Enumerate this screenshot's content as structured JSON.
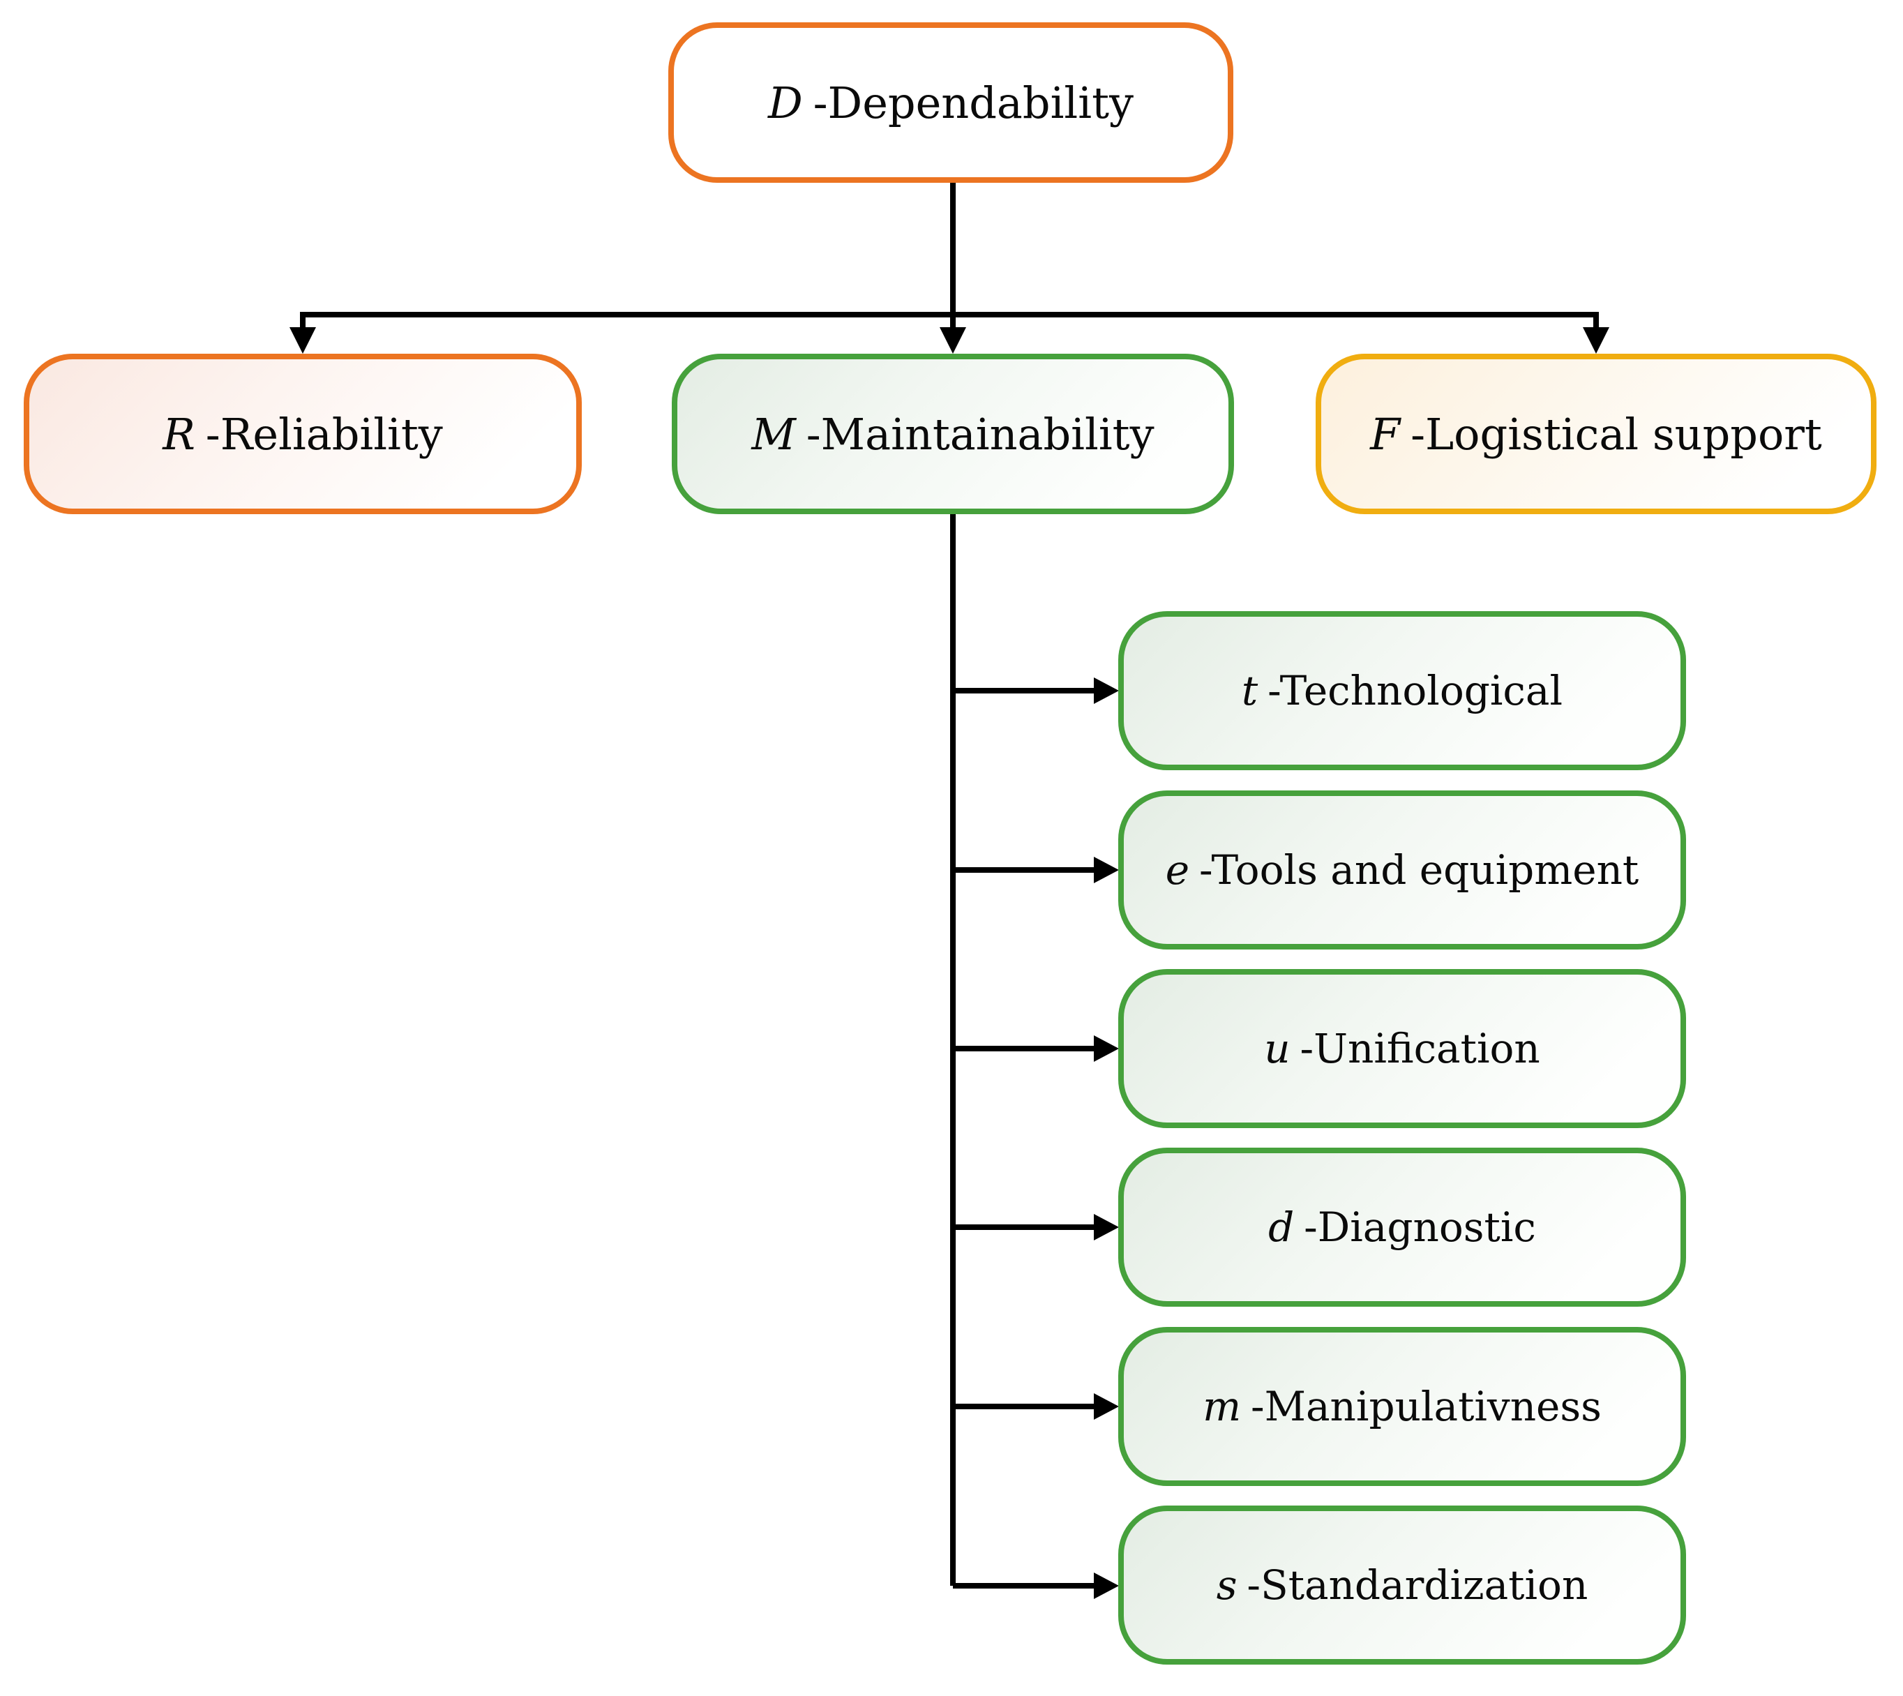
{
  "figure": {
    "type": "hierarchy-diagram",
    "root": {
      "letter": "D",
      "label": "-Dependability"
    },
    "level2": [
      {
        "letter": "R",
        "label": "-Reliability"
      },
      {
        "letter": "M",
        "label": "-Maintainability"
      },
      {
        "letter": "F",
        "label": "-Logistical support"
      }
    ],
    "maintainability_children": [
      {
        "letter": "t",
        "label": "-Technological"
      },
      {
        "letter": "e",
        "label": "-Tools and equipment"
      },
      {
        "letter": "u",
        "label": "-Unification"
      },
      {
        "letter": "d",
        "label": "-Diagnostic"
      },
      {
        "letter": "m",
        "label": "-Manipulativness"
      },
      {
        "letter": "s",
        "label": "-Standardization"
      }
    ],
    "colors": {
      "orange_border": "#EC7421",
      "green_border": "#46A13C",
      "yellow_border": "#F0AD10",
      "connector": "#000000"
    }
  }
}
